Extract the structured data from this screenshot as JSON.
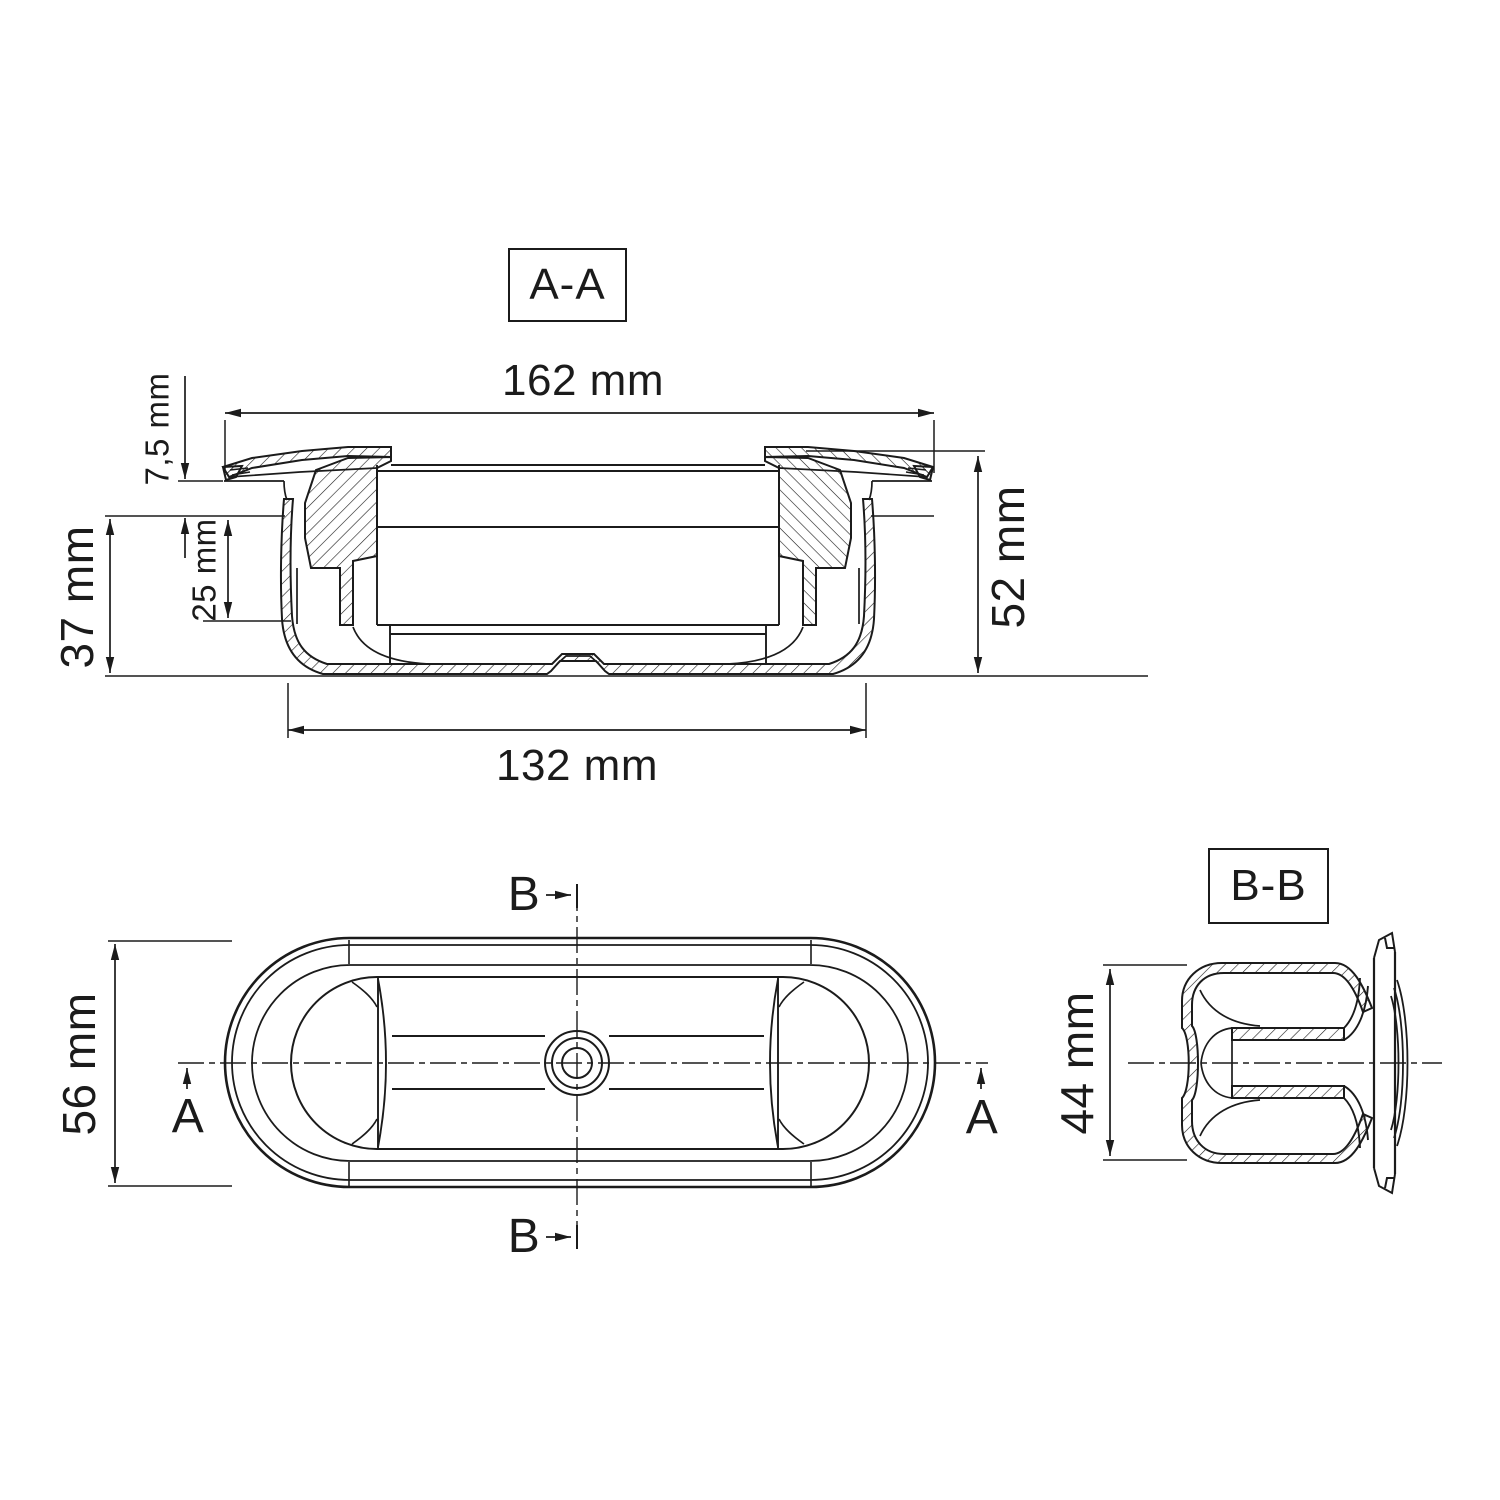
{
  "views": {
    "section_aa": {
      "label": "A-A"
    },
    "section_bb": {
      "label": "B-B"
    },
    "plan": {
      "marker_a": "A",
      "marker_b": "B"
    }
  },
  "dimensions": {
    "overall_width": "162 mm",
    "flange_height": "7,5 mm",
    "recess_depth": "37 mm",
    "inner_depth": "25 mm",
    "overall_height": "52 mm",
    "body_width": "132 mm",
    "plan_height": "56 mm",
    "section_b_height": "44 mm"
  },
  "colors": {
    "line": "#1b1b1b",
    "background": "#ffffff"
  }
}
